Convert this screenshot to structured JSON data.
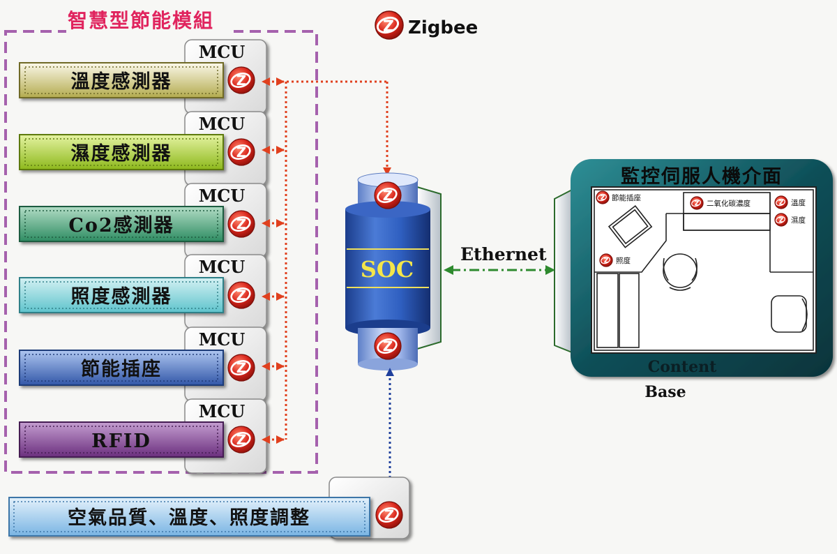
{
  "module_title": "智慧型節能模組",
  "zigbee_label": "Zigbee",
  "mcu_label": "MCU",
  "soc_label": "SOC",
  "ethernet_label": "Ethernet",
  "content_base_label_1": "Content",
  "content_base_label_2": "Base",
  "monitor": {
    "title": "監控伺服人機介面",
    "tags": {
      "socket": "節能插座",
      "co2": "二氧化碳濃度",
      "temperature": "溫度",
      "humidity": "濕度",
      "light": "照度"
    }
  },
  "sensors": [
    {
      "label": "溫度感測器",
      "color_top": "#fbf8ea",
      "color_bottom": "#b3ab4e",
      "edge": "#6f6a28"
    },
    {
      "label": "濕度感測器",
      "color_top": "#e5f3a2",
      "color_bottom": "#8db81c",
      "edge": "#5d7a10"
    },
    {
      "label": "Co2感測器",
      "color_top": "#b3ddc6",
      "color_bottom": "#2e8c62",
      "edge": "#1f5c40"
    },
    {
      "label": "照度感測器",
      "color_top": "#d5f1f3",
      "color_bottom": "#5ec3cc",
      "edge": "#2f8088"
    },
    {
      "label": "節能插座",
      "color_top": "#aec6f0",
      "color_bottom": "#3257a8",
      "edge": "#1f3a78"
    },
    {
      "label": "RFID",
      "color_top": "#c49ed0",
      "color_bottom": "#6b2f7e",
      "edge": "#451c52"
    }
  ],
  "air_adjust": {
    "label": "空氣品質、溫度、照度調整",
    "color_top": "#e4f1fb",
    "color_bottom": "#79b4e3",
    "edge": "#3c76a8"
  },
  "colors": {
    "module_border": "#a561ad",
    "zigbee_link": "#e0401e",
    "soc_link": "#1e3f9c",
    "ethernet_link": "#2e8a2e",
    "zigbee_badge": "#d9261c",
    "monitor_frame": "#2d7f86"
  }
}
